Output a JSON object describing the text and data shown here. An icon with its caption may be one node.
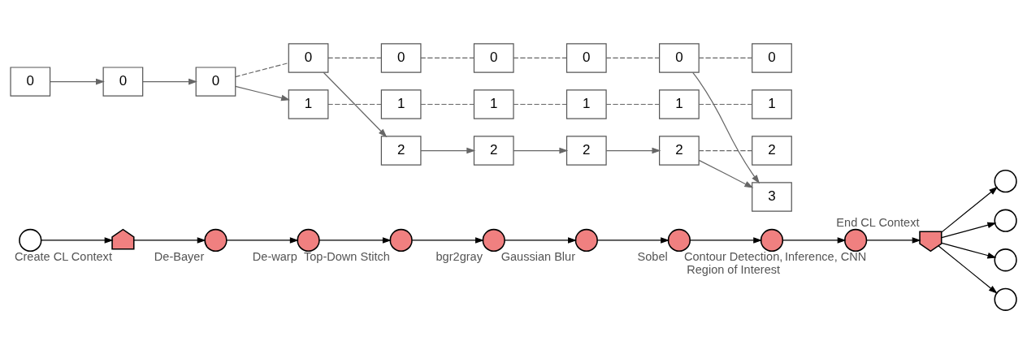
{
  "diagram": {
    "nodes": [
      {
        "text": [],
        "shape": "circle"
      },
      {
        "text": [],
        "shape": "pentagon",
        "beside": [
          "Create CL Context"
        ]
      },
      {
        "text": [],
        "shape": "circle",
        "beside": [
          "De-Bayer"
        ]
      },
      {
        "text": [],
        "shape": "circle",
        "beside": [
          "De-warp"
        ]
      },
      {
        "text": [],
        "shape": "circle",
        "beside": [
          "Top-Down Stitch"
        ]
      },
      {
        "text": [],
        "shape": "circle",
        "beside": [
          "bgr2gray"
        ]
      },
      {
        "text": [],
        "shape": "circle",
        "beside": [
          "Gaussian Blur"
        ]
      },
      {
        "text": [],
        "shape": "circle",
        "beside": [
          "Sobel"
        ]
      },
      {
        "text": [],
        "shape": "circle",
        "beside": [
          "Contour Detection, Region of Interest"
        ]
      },
      {
        "text": [],
        "shape": "circle",
        "beside": [
          "Inference, CNN"
        ]
      },
      {
        "text": [],
        "shape": "pentagon",
        "beside": [
          "End CL Context"
        ]
      },
      {
        "text": [],
        "shape": "circle"
      },
      {
        "text": [],
        "shape": "circle"
      },
      {
        "text": [],
        "shape": "circle"
      },
      {
        "text": [],
        "shape": "circle"
      },
      {
        "text": [
          "0"
        ]
      },
      {
        "text": [
          "0"
        ]
      },
      {
        "text": [
          "0"
        ]
      },
      {
        "text": [
          "0"
        ]
      },
      {
        "text": [
          "1"
        ]
      },
      {
        "text": [
          "0"
        ]
      },
      {
        "text": [
          "1"
        ]
      },
      {
        "text": [
          "2"
        ]
      },
      {
        "text": [
          "0"
        ]
      },
      {
        "text": [
          "1"
        ]
      },
      {
        "text": [
          "2"
        ]
      },
      {
        "text": [
          "0"
        ]
      },
      {
        "text": [
          "1"
        ]
      },
      {
        "text": [
          "2"
        ]
      },
      {
        "text": [
          "0"
        ]
      },
      {
        "text": [
          "1"
        ]
      },
      {
        "text": [
          "2"
        ]
      },
      {
        "text": [
          "0"
        ]
      },
      {
        "text": [
          "1"
        ]
      },
      {
        "text": [
          "2"
        ]
      },
      {
        "text": [
          "3"
        ]
      }
    ],
    "edges": [
      {
        "from": 0,
        "to": 1,
        "arrow": "to",
        "color": "#000000"
      },
      {
        "from": 1,
        "to": 2,
        "arrow": "to",
        "color": "#000000"
      },
      {
        "from": 2,
        "to": 3,
        "arrow": "to",
        "color": "#000000"
      },
      {
        "from": 3,
        "to": 4,
        "arrow": "to",
        "color": "#000000"
      },
      {
        "from": 4,
        "to": 5,
        "arrow": "to",
        "color": "#000000"
      },
      {
        "from": 5,
        "to": 6,
        "arrow": "to",
        "color": "#000000"
      },
      {
        "from": 6,
        "to": 7,
        "arrow": "to",
        "color": "#000000"
      },
      {
        "from": 7,
        "to": 8,
        "arrow": "to",
        "color": "#000000"
      },
      {
        "from": 8,
        "to": 9,
        "arrow": "to",
        "color": "#000000"
      },
      {
        "from": 9,
        "to": 10,
        "arrow": "to",
        "color": "#000000"
      },
      {
        "from": 10,
        "to": 11,
        "arrow": "to",
        "color": "#000000"
      },
      {
        "from": 10,
        "to": 12,
        "arrow": "to",
        "color": "#000000"
      },
      {
        "from": 10,
        "to": 13,
        "arrow": "to",
        "color": "#000000"
      },
      {
        "from": 10,
        "to": 14,
        "arrow": "to",
        "color": "#000000"
      },
      {
        "from": 15,
        "to": 16,
        "arrow": "to"
      },
      {
        "from": 16,
        "to": 17,
        "arrow": "to"
      },
      {
        "from": 17,
        "to": 18,
        "arrow": "none",
        "style": "dashed"
      },
      {
        "from": 17,
        "to": 19,
        "arrow": "to"
      },
      {
        "from": 18,
        "to": 20,
        "arrow": "none",
        "style": "dashed"
      },
      {
        "from": 18,
        "to": 22,
        "arrow": "to"
      },
      {
        "from": 19,
        "to": 21,
        "arrow": "none",
        "style": "dashed"
      },
      {
        "from": 20,
        "to": 23,
        "arrow": "none",
        "style": "dashed"
      },
      {
        "from": 21,
        "to": 24,
        "arrow": "none",
        "style": "dashed"
      },
      {
        "from": 22,
        "to": 25,
        "arrow": "to"
      },
      {
        "from": 23,
        "to": 26,
        "arrow": "none",
        "style": "dashed"
      },
      {
        "from": 24,
        "to": 27,
        "arrow": "none",
        "style": "dashed"
      },
      {
        "from": 25,
        "to": 28,
        "arrow": "to"
      },
      {
        "from": 26,
        "to": 29,
        "arrow": "none",
        "style": "dashed"
      },
      {
        "from": 27,
        "to": 30,
        "arrow": "none",
        "style": "dashed"
      },
      {
        "from": 28,
        "to": 31,
        "arrow": "to"
      },
      {
        "from": 29,
        "to": 32,
        "arrow": "none",
        "style": "dashed"
      },
      {
        "from": 29,
        "to": 35,
        "arrow": "to"
      },
      {
        "from": 30,
        "to": 33,
        "arrow": "none",
        "style": "dashed"
      },
      {
        "from": 31,
        "to": 34,
        "arrow": "none",
        "style": "dashed"
      },
      {
        "from": 31,
        "to": 35,
        "arrow": "to"
      }
    ]
  }
}
